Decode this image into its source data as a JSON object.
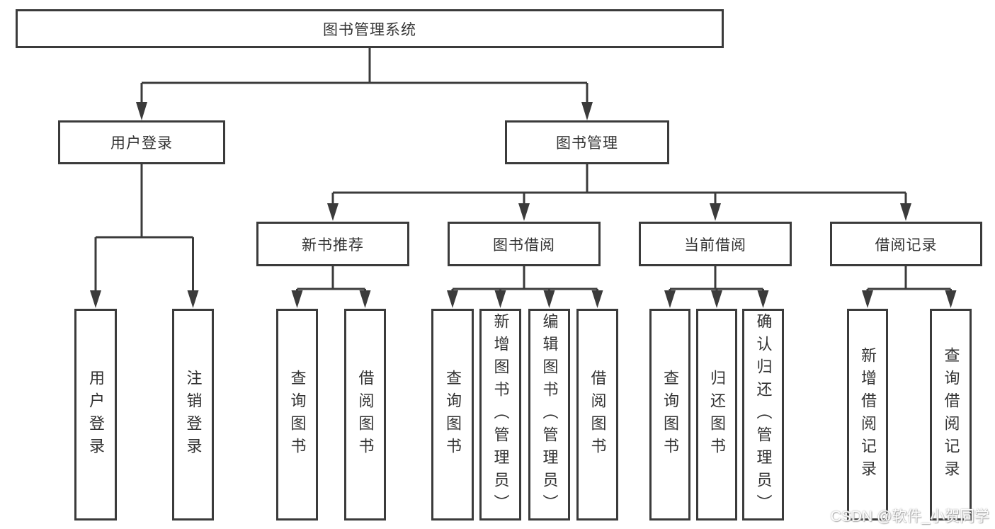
{
  "diagram": {
    "root": {
      "label": "图书管理系统"
    },
    "branches": [
      {
        "label": "用户登录",
        "children": [
          "用户登录",
          "注销登录"
        ]
      },
      {
        "label": "图书管理",
        "children": [
          {
            "label": "新书推荐",
            "children": [
              "查询图书",
              "借阅图书"
            ]
          },
          {
            "label": "图书借阅",
            "children": [
              "查询图书",
              "新增图书（管理员）",
              "编辑图书（管理员）",
              "借阅图书"
            ]
          },
          {
            "label": "当前借阅",
            "children": [
              "查询图书",
              "归还图书",
              "确认归还（管理员）"
            ]
          },
          {
            "label": "借阅记录",
            "children": [
              "新增借阅记录",
              "查询借阅记录"
            ]
          }
        ]
      }
    ]
  },
  "watermark": {
    "text": "CSDN @软件_小贺同学"
  },
  "colors": {
    "line": "#3b3b3b",
    "box_border": "#3b3b3b",
    "text": "#333333",
    "background": "#ffffff",
    "watermark_text": "#fdfdfd"
  }
}
